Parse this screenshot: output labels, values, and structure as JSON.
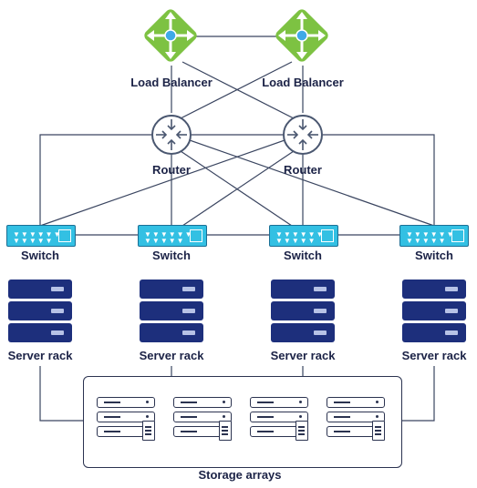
{
  "colors": {
    "line": "#2b3350",
    "balancer_green": "#7dc242",
    "switch_blue": "#33c0e3",
    "server_navy": "#1d2f7c",
    "label_text": "#1b2246"
  },
  "load_balancers": [
    {
      "label": "Load Balancer",
      "icon": "load-balancer-icon"
    },
    {
      "label": "Load Balancer",
      "icon": "load-balancer-icon"
    }
  ],
  "routers": [
    {
      "label": "Router",
      "icon": "router-icon"
    },
    {
      "label": "Router",
      "icon": "router-icon"
    }
  ],
  "switches": [
    {
      "label": "Switch",
      "icon": "switch-icon"
    },
    {
      "label": "Switch",
      "icon": "switch-icon"
    },
    {
      "label": "Switch",
      "icon": "switch-icon"
    },
    {
      "label": "Switch",
      "icon": "switch-icon"
    }
  ],
  "server_racks": [
    {
      "label": "Server rack",
      "icon": "server-rack-icon"
    },
    {
      "label": "Server rack",
      "icon": "server-rack-icon"
    },
    {
      "label": "Server rack",
      "icon": "server-rack-icon"
    },
    {
      "label": "Server rack",
      "icon": "server-rack-icon"
    }
  ],
  "storage": {
    "label": "Storage arrays",
    "icon": "storage-array-icon",
    "array_count": 4
  }
}
